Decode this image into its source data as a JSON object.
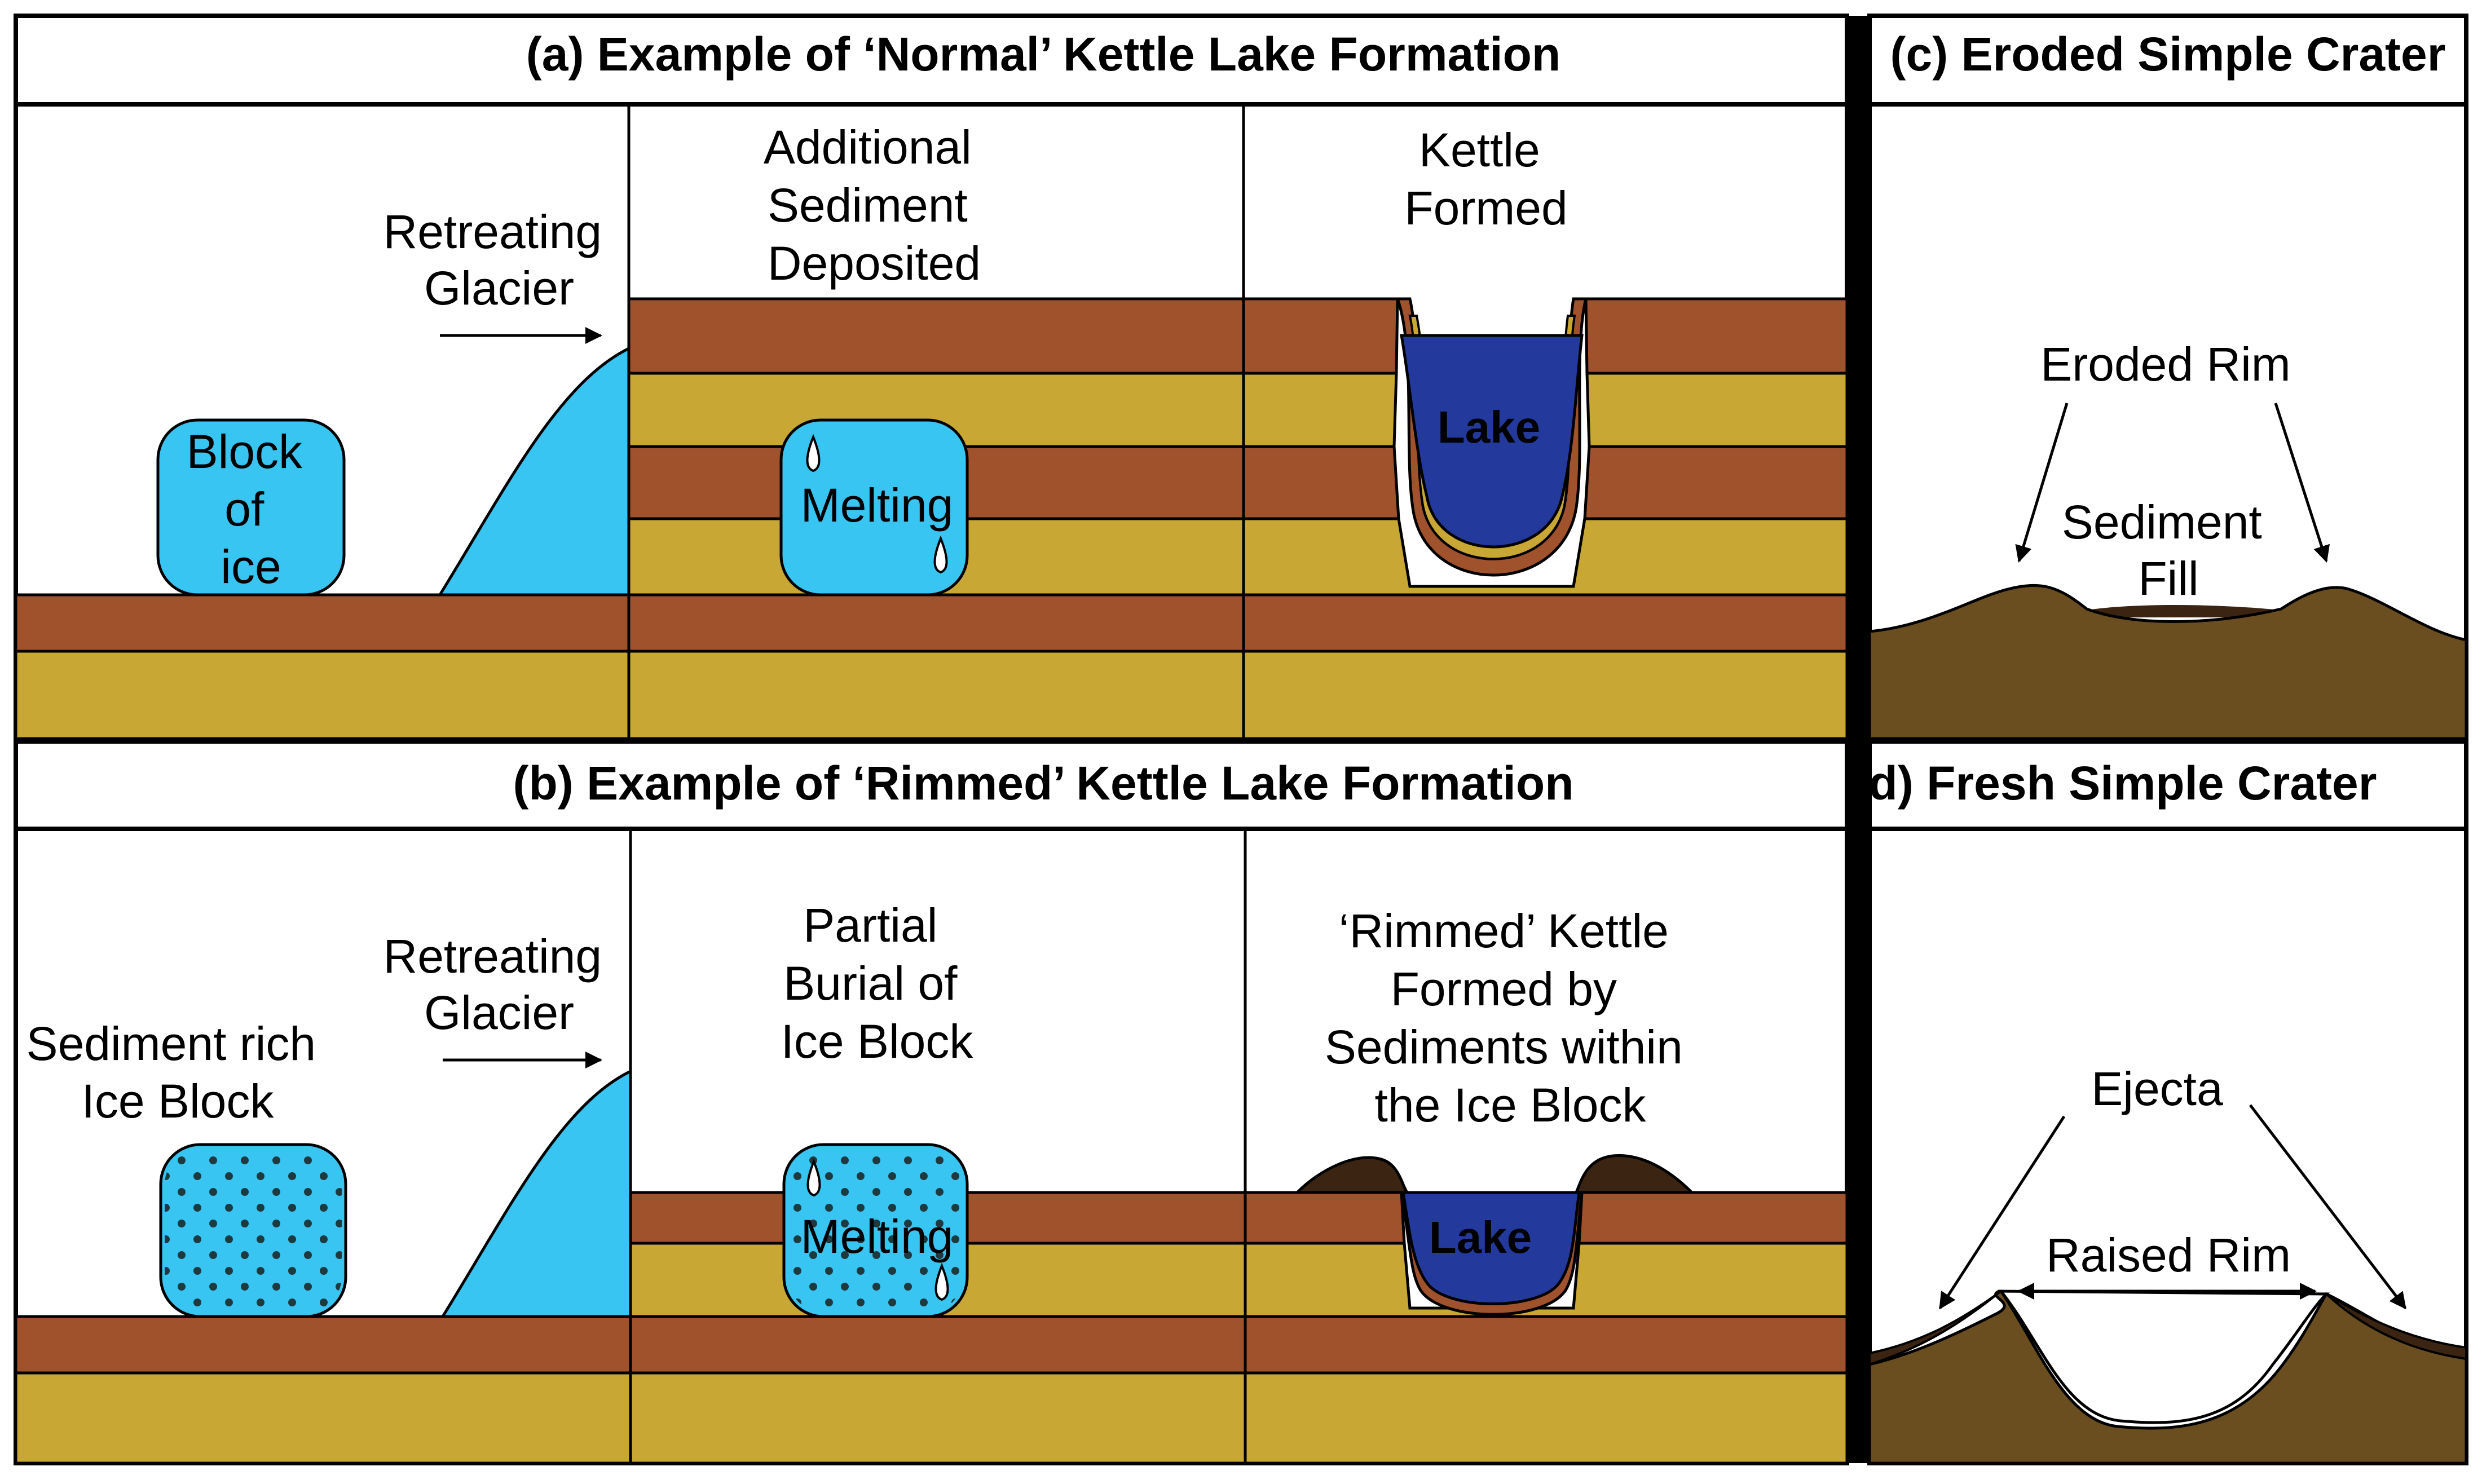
{
  "colors": {
    "layer_brown": "#A0522D",
    "layer_yellow": "#C8A735",
    "ice": "#39C5F2",
    "lake": "#233A9C",
    "crater_soil": "#6B4E1F",
    "crater_dark": "#3B2411",
    "border": "#000000",
    "background": "#FFFFFF"
  },
  "panel_a": {
    "title": "(a) Example of ‘Normal’ Kettle Lake Formation",
    "stage1": {
      "glacier_label": [
        "Retreating",
        "Glacier"
      ],
      "ice_label": [
        "Block",
        "of",
        "ice"
      ]
    },
    "stage2": {
      "label": [
        "Additional",
        "Sediment",
        "Deposited"
      ],
      "ice_label": "Melting"
    },
    "stage3": {
      "label": [
        "Kettle",
        "Formed"
      ],
      "lake_label": "Lake"
    }
  },
  "panel_b": {
    "title": "(b) Example of ‘Rimmed’ Kettle Lake Formation",
    "stage1": {
      "ice_label": [
        "Sediment rich",
        "Ice Block"
      ],
      "glacier_label": [
        "Retreating",
        "Glacier"
      ]
    },
    "stage2": {
      "label": [
        "Partial",
        "Burial of",
        "Ice Block"
      ],
      "ice_label": "Melting"
    },
    "stage3": {
      "label": [
        "‘Rimmed’ Kettle",
        "Formed by",
        "Sediments within",
        "the Ice Block"
      ],
      "lake_label": "Lake"
    }
  },
  "panel_c": {
    "title": "(c) Eroded Simple Crater",
    "rim_label": "Eroded Rim",
    "fill_label": [
      "Sediment",
      "Fill"
    ]
  },
  "panel_d": {
    "title": "(d) Fresh Simple Crater",
    "ejecta_label": "Ejecta",
    "rim_label": "Raised Rim"
  }
}
